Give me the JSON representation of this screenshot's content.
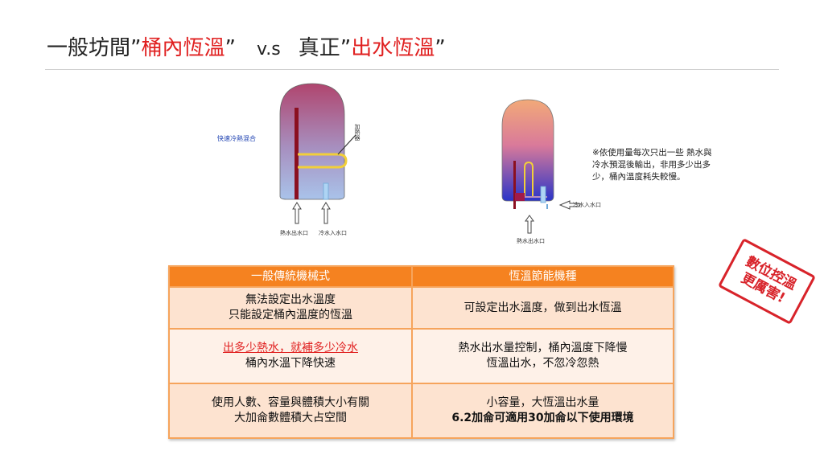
{
  "title": {
    "part1": "一般坊間”",
    "red1": "桶內恆溫",
    "quote1": "”",
    "vs": "v.s",
    "part2": "真正”",
    "red2": "出水恆溫",
    "quote2": "”"
  },
  "left_diagram": {
    "mix_label": "快速冷熱混合",
    "heater_label": "加熱器",
    "hot_out_label": "熱水出水口",
    "cold_in_label": "冷水入水口"
  },
  "right_diagram": {
    "cold_in_label": "冷水入水口",
    "hot_out_label": "熱水出水口"
  },
  "note": {
    "text": "※依使用量每次只出一些 熱水與冷水預混後輸出，非用多少出多少，桶內溫度耗失較慢。"
  },
  "table": {
    "headers": [
      "一般傳統機械式",
      "恆溫節能機種"
    ],
    "rows": [
      {
        "left": [
          "無法設定出水溫度",
          "只能設定桶內溫度的恆溫"
        ],
        "right": [
          "可設定出水溫度，做到出水恆溫"
        ]
      },
      {
        "left": [
          "出多少熱水，就補多少冷水",
          "桶內水溫下降快速"
        ],
        "right": [
          "熱水出水量控制，桶內溫度下降慢",
          "恆溫出水，不忽冷忽熱"
        ]
      },
      {
        "left": [
          "使用人數、容量與體積大小有關",
          "大加侖數體積大占空間"
        ],
        "right": [
          "小容量，大恆溫出水量",
          "6.2加侖可適用30加侖以下使用環境"
        ]
      }
    ]
  },
  "stamp": {
    "line1": "數位控溫",
    "line2": "更厲害!"
  },
  "colors": {
    "accent_red": "#e02020",
    "header_orange": "#f58220",
    "row_light": "#fde3d0",
    "stamp_red": "#d8232a"
  }
}
